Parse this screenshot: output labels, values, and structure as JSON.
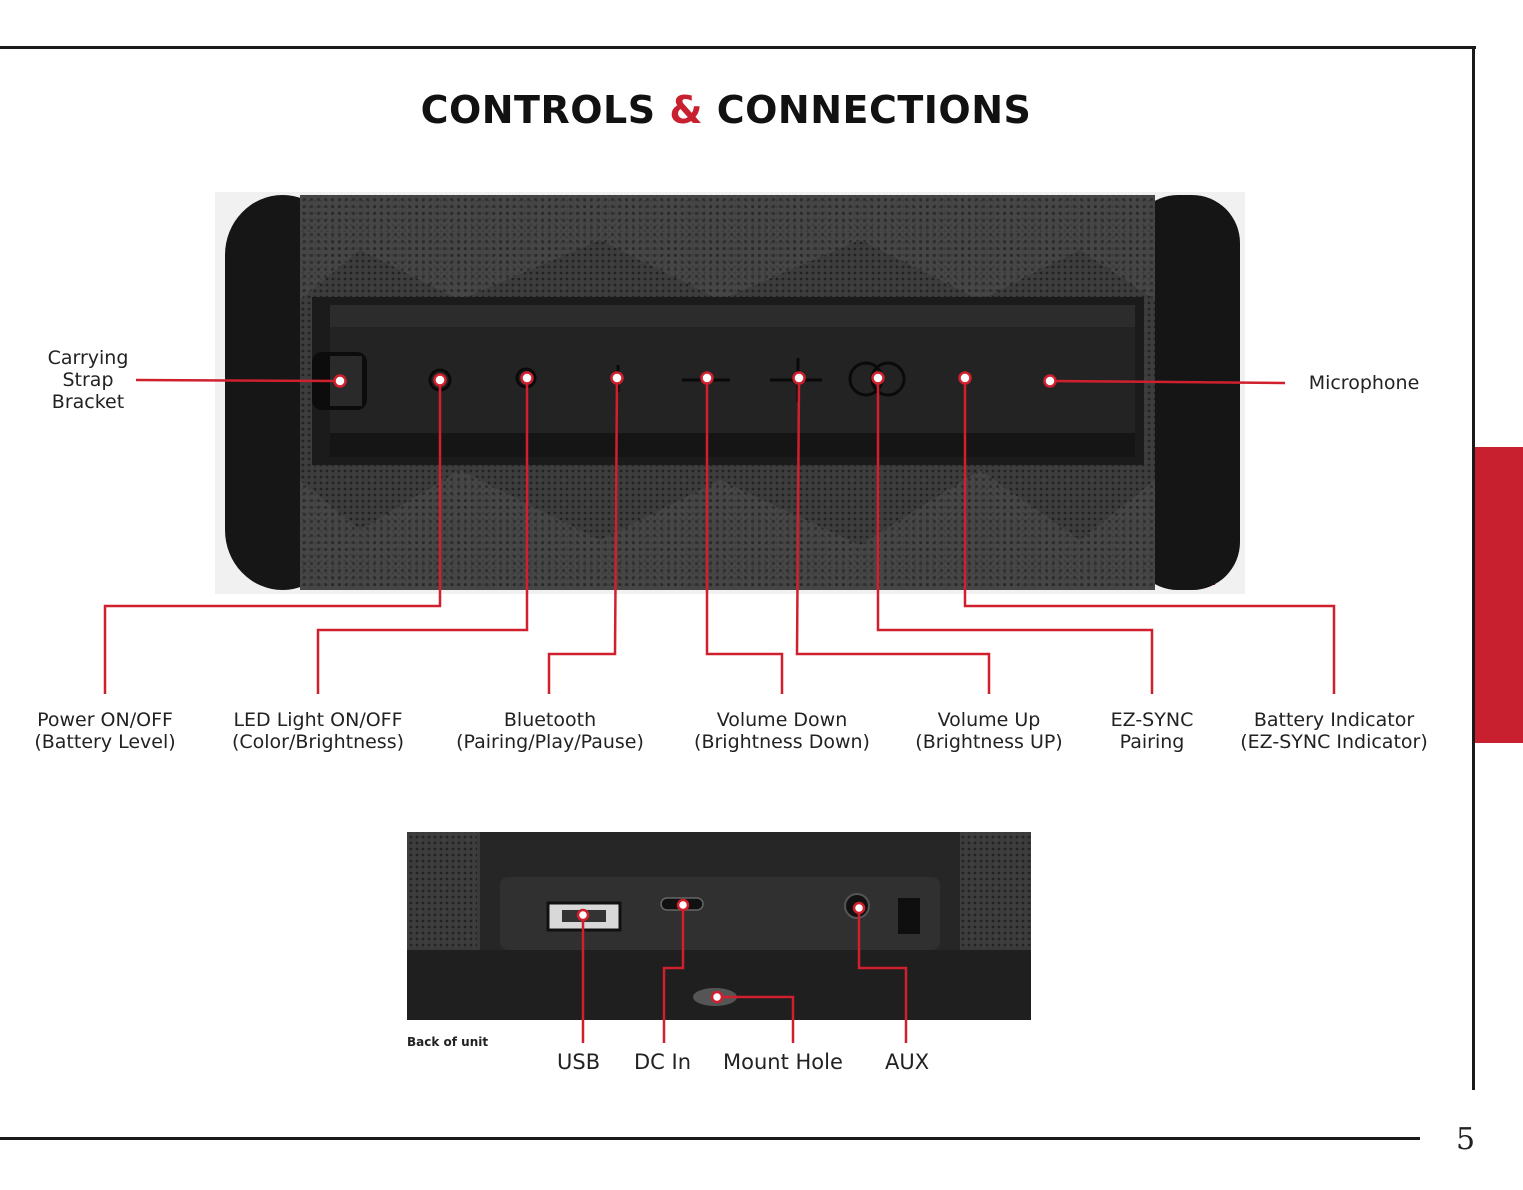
{
  "title": {
    "part1": "CONTROLS",
    "amp": "&",
    "part2": "CONNECTIONS"
  },
  "top_labels": {
    "carrying_strap": [
      "Carrying",
      "Strap",
      "Bracket"
    ],
    "microphone": "Microphone"
  },
  "controls": [
    {
      "line1": "Power ON/OFF",
      "line2": "(Battery Level)"
    },
    {
      "line1": "LED Light ON/OFF",
      "line2": "(Color/Brightness)"
    },
    {
      "line1": "Bluetooth",
      "line2": "(Pairing/Play/Pause)"
    },
    {
      "line1": "Volume Down",
      "line2": "(Brightness Down)"
    },
    {
      "line1": "Volume Up",
      "line2": "(Brightness UP)"
    },
    {
      "line1": "EZ-SYNC",
      "line2": "Pairing"
    },
    {
      "line1": "Battery Indicator",
      "line2": "(EZ-SYNC Indicator)"
    }
  ],
  "back": {
    "caption": "Back  of unit",
    "ports": [
      "USB",
      "DC In",
      "Mount Hole",
      "AUX"
    ]
  },
  "page_number": "5",
  "colors": {
    "accent": "#c8202f",
    "text": "#222222",
    "rule": "#1a1a1a"
  }
}
